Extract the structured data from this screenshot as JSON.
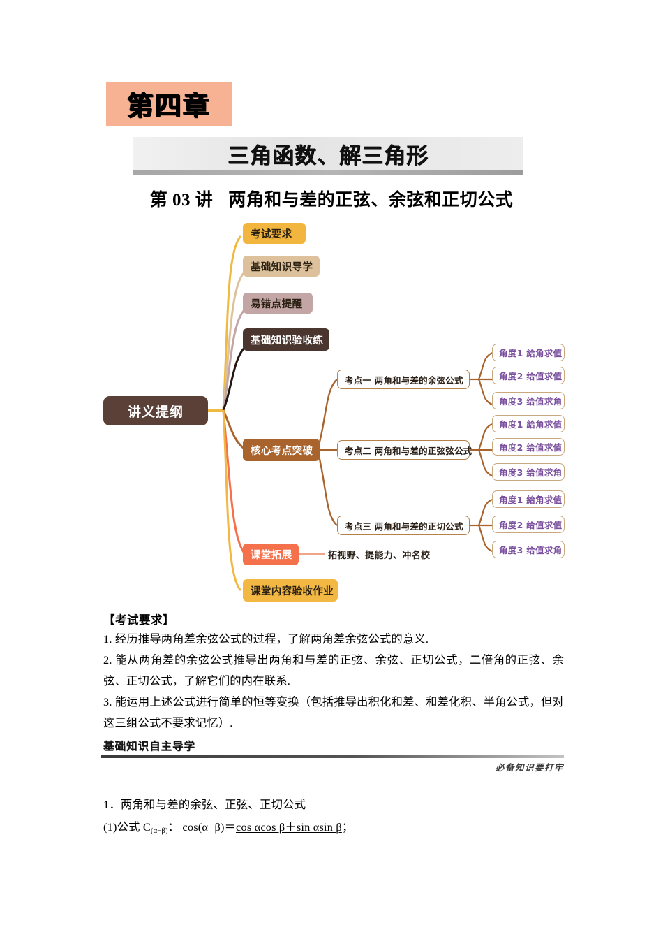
{
  "header": {
    "chapter_badge": "第四章",
    "banner_title": "三角函数、解三角形",
    "lecture_no": "第 03 讲",
    "lecture_name": "两角和与差的正弦、余弦和正切公式"
  },
  "mindmap": {
    "center": "讲义提纲",
    "branches": [
      {
        "label": "考试要求",
        "color": "#f2b63f"
      },
      {
        "label": "基础知识导学",
        "color": "#dcc19c"
      },
      {
        "label": "易错点提醒",
        "color": "#c3a5a5"
      },
      {
        "label": "基础知识验收练",
        "color": "#4b352f"
      },
      {
        "label": "核心考点突破",
        "color": "#a9632c"
      },
      {
        "label": "课堂拓展",
        "color": "#f4714c"
      },
      {
        "label": "课堂内容验收作业",
        "color": "#f3b844"
      }
    ],
    "topics": [
      {
        "label": "考点一  两角和与差的余弦公式",
        "leaves": [
          "角度1 給角求值",
          "角度2 给值求值",
          "角度3 给值求角"
        ]
      },
      {
        "label": "考点二 两角和与差的正弦弦公式",
        "leaves": [
          "角度1 給角求值",
          "角度2 给值求值",
          "角度3 给值求角"
        ]
      },
      {
        "label": "考点三  两角和与差的正切公式",
        "leaves": [
          "角度1 給角求值",
          "角度2 给值求值",
          "角度3 给值求角"
        ]
      }
    ],
    "extension_note": "拓视野、提能力、冲名校"
  },
  "exam_requirements": {
    "heading": "【考试要求】",
    "items": [
      "1. 经历推导两角差余弦公式的过程，了解两角差余弦公式的意义.",
      "2. 能从两角差的余弦公式推导出两角和与差的正弦、余弦、正切公式，二倍角的正弦、余弦、正切公式，了解它们的内在联系.",
      "3. 能运用上述公式进行简单的恒等变换（包括推导出积化和差、和差化积、半角公式，但对这三组公式不要求记忆）."
    ]
  },
  "basics_section": {
    "heading": "基础知识自主导学",
    "sub_note": "必备知识要打牢",
    "point_title": "1．两角和与差的余弦、正弦、正切公式",
    "formula_prefix": "(1)公式 C",
    "formula_subscript": "(α−β)",
    "formula_colon": "：",
    "formula_lhs": "cos(α−β)＝",
    "formula_rhs": "cos αcos β＋sin αsin β",
    "formula_end": "；"
  }
}
